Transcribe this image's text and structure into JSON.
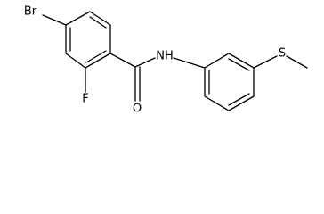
{
  "structure": {
    "atoms": {
      "br": "Br",
      "f": "F",
      "o": "O",
      "nh": "NH",
      "s": "S"
    }
  }
}
